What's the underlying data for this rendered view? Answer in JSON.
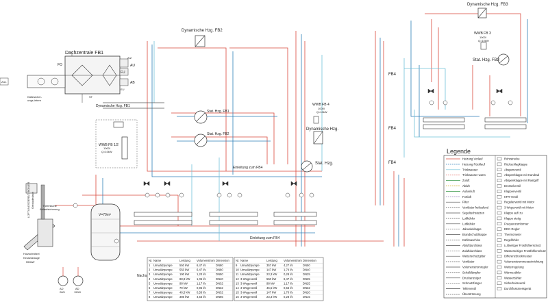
{
  "labels": {
    "fb2": "Dynamische Hzg. FB2",
    "fb3": "Dynamische Hzg. FB3",
    "wwb_fb3": "WWB FB 3",
    "wwb_fb3_kw": "Q=10kW",
    "wwb_fb3_vol": "1000l",
    "stat_fb3": "Stat. Hzg. FB3",
    "dachzentrale": "Dachzentrale FB1",
    "dyn_fb1": "Dynamische Hzg. FB1",
    "stat_fb1": "Stat. Hzg. FB1",
    "stat_fb2": "Stat. Hzg. FB2",
    "wwb_fb4": "WWB FB 4",
    "wwb_fb4_vol": "1000l",
    "wwb_fb4_kw": "Q=10kW",
    "dyn_hzg": "Dynamische Hzg.",
    "stat_hzg": "Stat. Hzg.",
    "wwb_fb12": "WWB FB 1/2",
    "wwb_fb12_vol": "1000l",
    "wwb_fb12_kw": "Q=10kW",
    "fb4_a": "FB4",
    "fb4_b": "FB4",
    "fb4_c": "FB4",
    "einl_fb4": "Einleitung zum FB4",
    "einl_fb4_b": "Einleitung zum FB4",
    "thermische": "Thermische",
    "ablaufsicherung": "Ablaufsicherung",
    "holzschnitzel": "Holzschnitzel",
    "kessel": "Kesselanlage",
    "kessel_kw": "550kW",
    "nachspeisung": "Nachspeisung",
    "ad_a": "AD",
    "ad_a_size": "280l",
    "ad_b": "AD",
    "ad_b_size": "1500l",
    "vl": "V=70m³",
    "zul": "ZUL",
    "fo": "FO",
    "au": "AU",
    "fu": "FU",
    "ab": "AB",
    "avz": "A/Z",
    "eu": "EU",
    "st": "ST",
    "kaltesicherung": "Kältesicher-",
    "kaltesicherung2": "ungs-intern",
    "vertical_side": "LÜFTUNGSGERÄT/ BOILER",
    "vertical_side2": "Gebäudedach"
  },
  "legend": {
    "title": "Legende",
    "left": [
      "Heizung Vorlauf",
      "Heizung Rücklauf",
      "Trinkwasser",
      "Trinkwasser warm",
      "Zuluft",
      "Abluft",
      "Außenluft",
      "Fortluft",
      "Filter",
      "Ventilator freilaufend",
      "Segeltuchstutzen",
      "Luftkühler",
      "Luftkühler",
      "Jalousieklappe",
      "Brandschutzklappe",
      "Kühlmaschine",
      "Abluftdurchlass",
      "Zuluftdurchlass",
      "Wetterschutzgitter",
      "Ventilator",
      "Volumenstromregler",
      "Schalldämpfer",
      "Druckanzeiger",
      "Schmutzfänger",
      "Tellerventil",
      "Überströmung"
    ],
    "right": [
      "Rohrstrecke",
      "Rückschlagklappe",
      "Absperrventil",
      "Absperrklappe mit Handrad",
      "Absperrklappe mit Rastgriff",
      "Drosselventil",
      "Klappenventil",
      "KFR-Ventil",
      "Regulierventil mit Motor",
      "3-Wegeventil mit Motor",
      "Klappe auf/ zu",
      "Klappe stetig",
      "Frequenzumformer",
      "DDC-Regler",
      "Thermometer",
      "Regelfühler",
      "Luftseitiger Frostfühlerschutz",
      "Wasserseitiger Frostfühlerschutz",
      "Differenzdruckmesser",
      "Volumenstrommesseinrichtung",
      "Wetterregelung",
      "Wärmezähler",
      "Wasserzähler",
      "Sicherheitsventil",
      "Durchflussmessgerät",
      ""
    ]
  },
  "table_left": {
    "headers": [
      "Nr.",
      "Name",
      "Leistung",
      "Volumenstrom",
      "Dimension"
    ],
    "rows": [
      [
        "1",
        "Umwälzpumpe",
        "550 kW",
        "6,47 l/s",
        "DN80"
      ],
      [
        "2",
        "Umwälzpumpe",
        "550 kW",
        "6,47 l/s",
        "DN80"
      ],
      [
        "3",
        "Umwälzpumpe",
        "190 kW",
        "1,20 l/s",
        "DN50"
      ],
      [
        "4",
        "Umwälzpumpe",
        "88,8 kW",
        "1,05 l/s",
        "DN40"
      ],
      [
        "5",
        "Umwälzpumpe",
        "98 kW",
        "1,17 l/s",
        "DN32"
      ],
      [
        "6",
        "Umwälzpumpe",
        "79 kW",
        "0,95 l/s",
        "DN32"
      ],
      [
        "7",
        "Umwälzpumpe",
        "46,5 kW",
        "0,56 l/s",
        "DN32"
      ],
      [
        "8",
        "Umwälzpumpe",
        "385 kW",
        "4,53 l/s",
        "DN65"
      ]
    ]
  },
  "table_right": {
    "headers": [
      "Nr.",
      "Name",
      "Leistung",
      "Volumenstrom",
      "Dimension"
    ],
    "rows": [
      [
        "9",
        "Umwälzpumpe",
        "357 kW",
        "4,27 l/s",
        "DN50"
      ],
      [
        "10",
        "Umwälzpumpe",
        "147 kW",
        "1,74 l/s",
        "DN40"
      ],
      [
        "11",
        "Umwälzpumpe",
        "23,3 kW",
        "0,28 l/s",
        "DN25"
      ],
      [
        "12",
        "3-Wegeventil",
        "550 kW",
        "6,47 l/s",
        "DN25"
      ],
      [
        "13",
        "3-Wegeventil",
        "98 kW",
        "1,17 l/s",
        "DN25"
      ],
      [
        "14",
        "3-Wegeventil",
        "46,5 kW",
        "0,56 l/s",
        "DN32"
      ],
      [
        "15",
        "3-Wegeventil",
        "147 kW",
        "1,70 l/s",
        "DN20"
      ],
      [
        "16",
        "3-Wegeventil",
        "23,3 kW",
        "0,28 l/s",
        "DN15"
      ]
    ]
  }
}
